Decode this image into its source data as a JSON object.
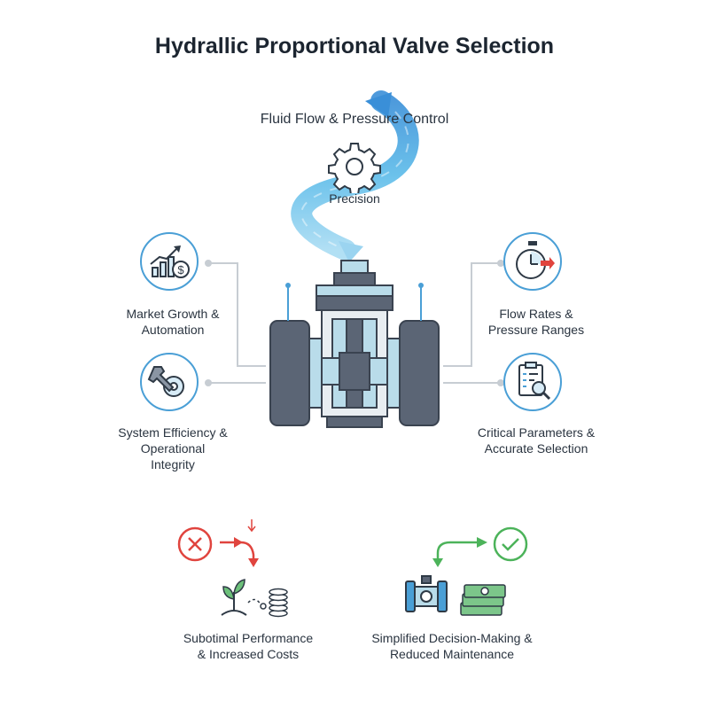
{
  "title": "Hydrallic Proportional Valve Selection",
  "flow_label": "Fluid Flow & Pressure Control",
  "precision_label": "Precision",
  "left_items": [
    {
      "icon": "growth-chart-dollar-icon",
      "lines": [
        "Market Growth &",
        "Automation"
      ]
    },
    {
      "icon": "wrench-gear-icon",
      "lines": [
        "System Efficiency &",
        "Operational",
        "Integrity"
      ]
    }
  ],
  "right_items": [
    {
      "icon": "stopwatch-icon",
      "lines": [
        "Flow Rates &",
        "Pressure Ranges"
      ]
    },
    {
      "icon": "clipboard-magnifier-icon",
      "lines": [
        "Critical Parameters &",
        "Accurate Selection"
      ]
    }
  ],
  "bottom_left": {
    "icons": [
      "x-circle-icon",
      "plant-coins-icon"
    ],
    "lines": [
      "Subotimal Performance",
      "& Increased Costs"
    ]
  },
  "bottom_right": {
    "icons": [
      "check-circle-icon",
      "valve-money-icon"
    ],
    "lines": [
      "Simplified Decision-Making &",
      "Reduced Maintenance"
    ]
  },
  "colors": {
    "accent": "#4a9fd6",
    "flow": "#3da4e0",
    "negative": "#e0443e",
    "positive": "#4cb35a",
    "valve_body": "#5b6575",
    "valve_light": "#b9dcea"
  }
}
